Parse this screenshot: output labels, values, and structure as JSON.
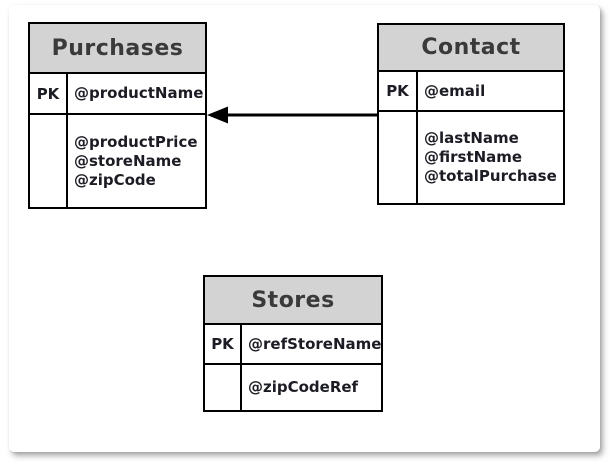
{
  "page": {
    "background_color": "#ffffff",
    "table_header_fill": "#d3d3d3",
    "table_border_color": "#000000",
    "title_text_color": "#3a3a3a",
    "attribute_text_color": "#1c1c24"
  },
  "tables": {
    "purchases": {
      "title": "Purchases",
      "pk_label": "PK",
      "pk_attrs": [
        "@productName"
      ],
      "attrs": [
        "@productPrice",
        "@storeName",
        "@zipCode"
      ]
    },
    "contact": {
      "title": "Contact",
      "pk_label": "PK",
      "pk_attrs": [
        "@email"
      ],
      "attrs": [
        "@lastName",
        "@firstName",
        "@totalPurchase"
      ]
    },
    "stores": {
      "title": "Stores",
      "pk_label": "PK",
      "pk_attrs": [
        "@refStoreName"
      ],
      "attrs": [
        "@zipCodeRef"
      ]
    }
  },
  "relationships": [
    {
      "from": "Contact",
      "to": "Purchases",
      "style": "solid",
      "arrowhead": "filled-triangle",
      "direction": "left"
    }
  ]
}
